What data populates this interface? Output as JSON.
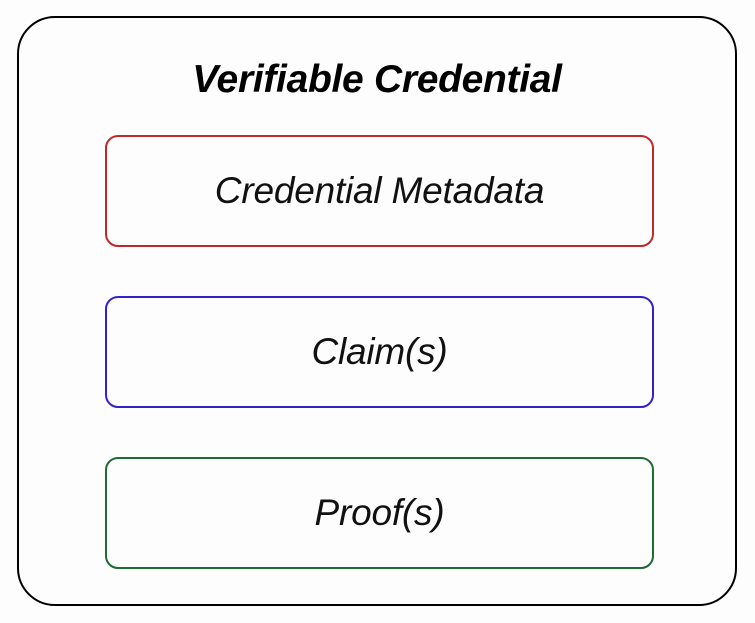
{
  "diagram": {
    "title": "Verifiable Credential",
    "background_color": "#fdfdfd",
    "container_border_color": "#000000",
    "sections": [
      {
        "id": "credential-metadata",
        "label": "Credential Metadata",
        "border_color": "#c0282d"
      },
      {
        "id": "claims",
        "label": "Claim(s)",
        "border_color": "#3322cc"
      },
      {
        "id": "proofs",
        "label": "Proof(s)",
        "border_color": "#1e6b34"
      }
    ]
  }
}
